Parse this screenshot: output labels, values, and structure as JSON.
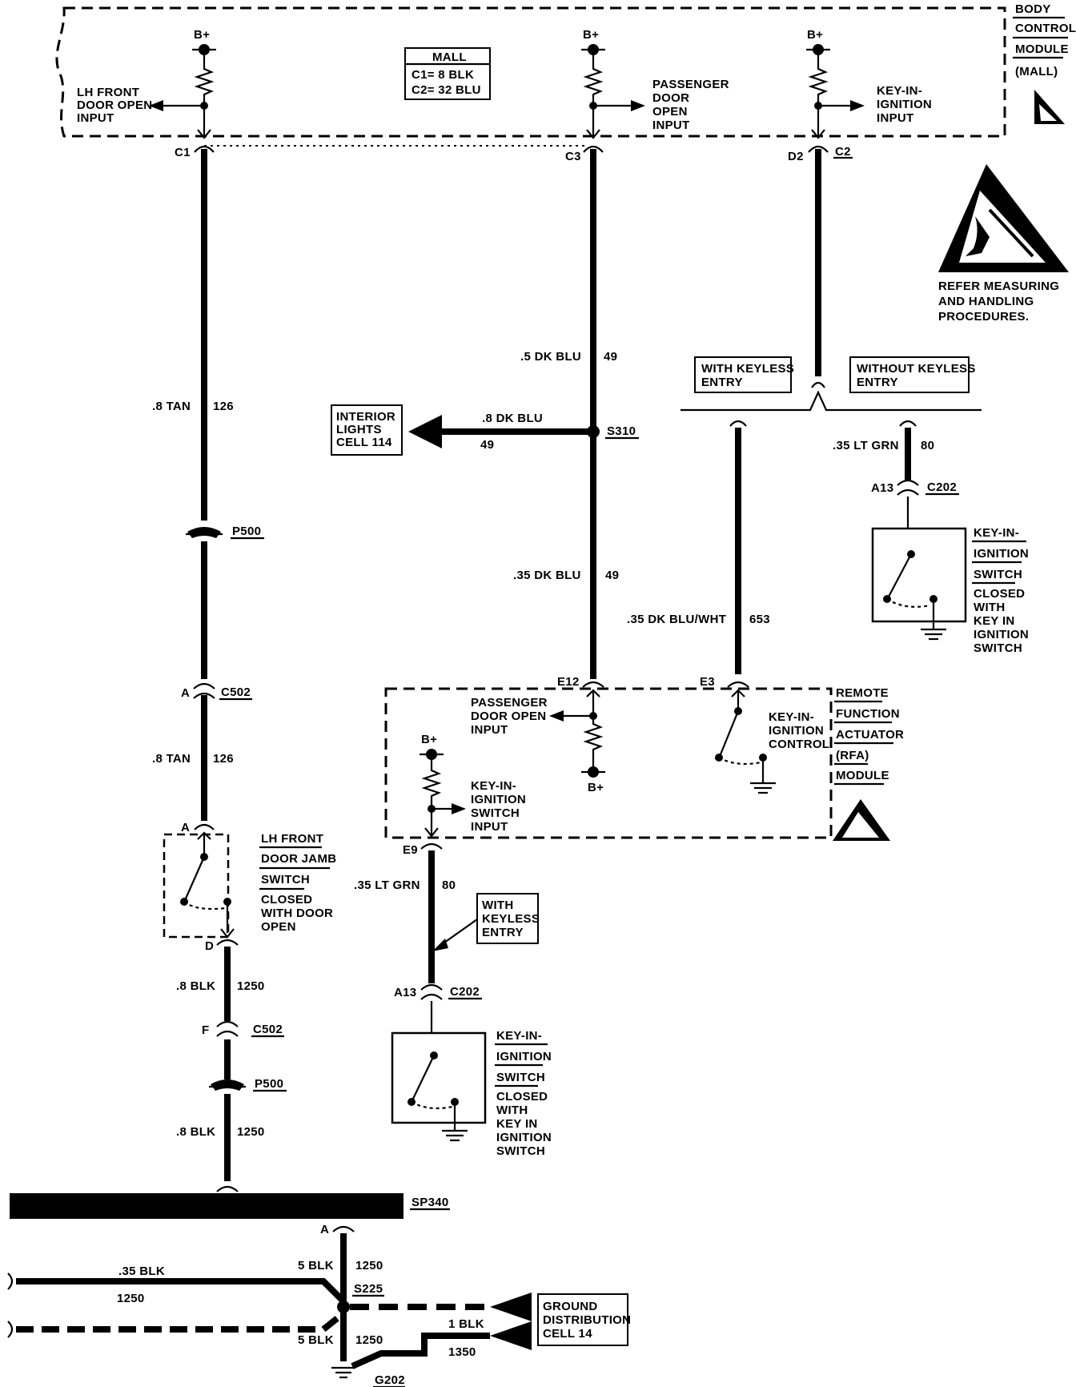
{
  "bcm": {
    "title_lines": [
      "BODY",
      "CONTROL",
      "MODULE",
      "(MALL)"
    ],
    "inset_title": "MALL",
    "inset_lines": [
      "C1= 8 BLK",
      "C2= 32 BLU"
    ],
    "bplus": "B+",
    "lh_front_input": [
      "LH FRONT",
      "DOOR OPEN",
      "INPUT"
    ],
    "passenger_input": [
      "PASSENGER",
      "DOOR",
      "OPEN",
      "INPUT"
    ],
    "key_in_input": [
      "KEY-IN-",
      "IGNITION",
      "INPUT"
    ],
    "pin_c1": "C1",
    "pin_c3": "C3",
    "pin_d2": "D2",
    "conn_c2": "C2"
  },
  "esd_note": [
    "REFER MEASURING",
    "AND HANDLING",
    "PROCEDURES."
  ],
  "left_branch": {
    "wire_126_a": ".8 TAN",
    "circuit_126": "126",
    "p500": "P500",
    "pin_a": "A",
    "c502": "C502",
    "wire_126_b": ".8 TAN",
    "switch_lines": [
      "LH FRONT",
      "DOOR JAMB",
      "SWITCH"
    ],
    "switch_note": [
      "CLOSED",
      "WITH DOOR",
      "OPEN"
    ],
    "pin_d": "D",
    "wire_1250_a": ".8 BLK",
    "circuit_1250": "1250",
    "pin_f": "F",
    "wire_1250_b": ".8 BLK",
    "sp340": "SP340"
  },
  "middle_branch": {
    "wire_49_a": ".5 DK BLU",
    "circuit_49": "49",
    "interior_lights": [
      "INTERIOR",
      "LIGHTS",
      "CELL 114"
    ],
    "wire_49_b": ".8 DK BLU",
    "s310": "S310",
    "wire_49_c": ".35 DK BLU"
  },
  "right_branch": {
    "with_keyless": [
      "WITH KEYLESS",
      "ENTRY"
    ],
    "without_keyless": [
      "WITHOUT KEYLESS",
      "ENTRY"
    ],
    "wire_653": ".35 DK BLU/WHT",
    "circuit_653": "653",
    "wire_80": ".35 LT GRN",
    "circuit_80": "80",
    "pin_a13": "A13",
    "c202": "C202",
    "switch_lines": [
      "KEY-IN-",
      "IGNITION",
      "SWITCH"
    ],
    "switch_note": [
      "CLOSED",
      "WITH",
      "KEY IN",
      "IGNITION",
      "SWITCH"
    ]
  },
  "rfa": {
    "title_lines": [
      "REMOTE",
      "FUNCTION",
      "ACTUATOR",
      "(RFA)",
      "MODULE"
    ],
    "pin_e12": "E12",
    "pin_e3": "E3",
    "pin_e9": "E9",
    "passenger_input": [
      "PASSENGER",
      "DOOR OPEN",
      "INPUT"
    ],
    "key_in_control": [
      "KEY-IN-",
      "IGNITION",
      "CONTROL"
    ],
    "key_in_switch_input": [
      "KEY-IN-",
      "IGNITION",
      "SWITCH",
      "INPUT"
    ],
    "bplus": "B+"
  },
  "lower_middle": {
    "wire_80": ".35 LT GRN",
    "circuit_80": "80",
    "with_keyless": [
      "WITH",
      "KEYLESS",
      "ENTRY"
    ],
    "pin_a13": "A13",
    "c202": "C202",
    "switch_lines": [
      "KEY-IN-",
      "IGNITION",
      "SWITCH"
    ],
    "switch_note": [
      "CLOSED",
      "WITH",
      "KEY IN",
      "IGNITION",
      "SWITCH"
    ]
  },
  "ground": {
    "pin_a": "A",
    "wire_left_top": ".35 BLK",
    "circuit_left_top": "1250",
    "wire_5blk_top": "5 BLK",
    "circuit_top": "1250",
    "s225": "S225",
    "ground_dist": [
      "GROUND",
      "DISTRIBUTION",
      "CELL 14"
    ],
    "wire_1blk": "1 BLK",
    "circuit_1350": "1350",
    "wire_5blk_bot": "5 BLK",
    "circuit_bot": "1250",
    "g202": "G202"
  }
}
